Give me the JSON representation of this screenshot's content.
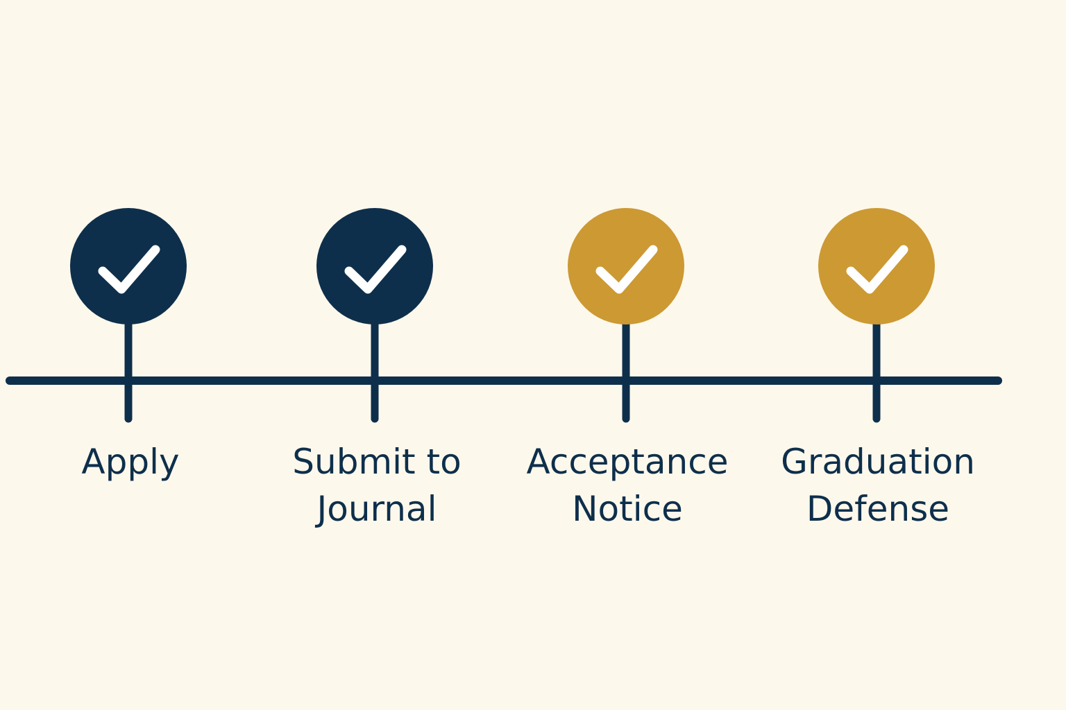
{
  "colors": {
    "background": "#fdf8ec",
    "navy": "#0e2f4b",
    "gold": "#cc9933",
    "check": "#ffffff"
  },
  "stages": [
    {
      "label": "Apply",
      "color": "navy",
      "icon": "check-icon"
    },
    {
      "label": "Submit to\nJournal",
      "color": "navy",
      "icon": "check-icon"
    },
    {
      "label": "Acceptance\nNotice",
      "color": "gold",
      "icon": "check-icon"
    },
    {
      "label": "Graduation\nDefense",
      "color": "gold",
      "icon": "check-icon"
    }
  ]
}
